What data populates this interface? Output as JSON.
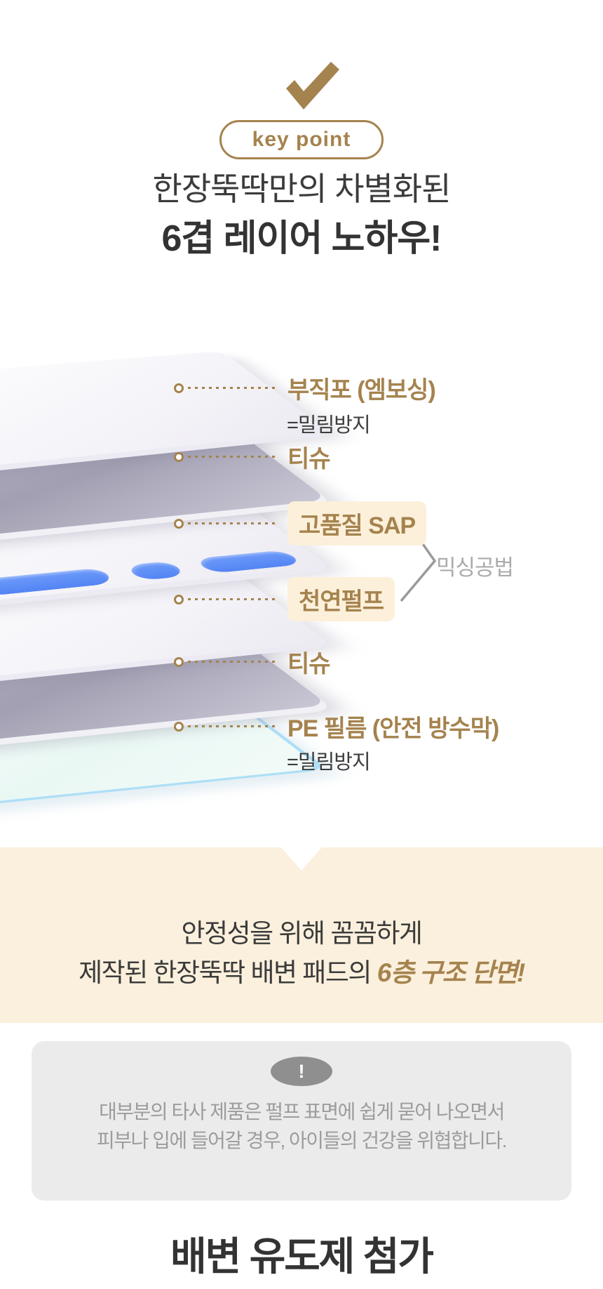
{
  "badge": {
    "label": "key point"
  },
  "title": {
    "line1": "한장뚝딱만의 차별화된",
    "line2": "6겹 레이어 노하우!"
  },
  "layers": [
    {
      "label": "부직포 (엠보싱)",
      "sub": "=밀림방지",
      "highlight": false
    },
    {
      "label": "티슈",
      "sub": "",
      "highlight": false
    },
    {
      "label": "고품질 SAP",
      "sub": "",
      "highlight": true
    },
    {
      "label": "천연펄프",
      "sub": "",
      "highlight": true
    },
    {
      "label": "티슈",
      "sub": "",
      "highlight": false
    },
    {
      "label": "PE 필름 (안전 방수막)",
      "sub": "=밀림방지",
      "highlight": false
    }
  ],
  "mixing": {
    "label": "믹싱공법"
  },
  "callout": {
    "line1": "안정성을 위해 꼼꼼하게",
    "line2_prefix": "제작된 한장뚝딱 배변 패드의 ",
    "line2_highlight": "6층 구조 단면!"
  },
  "warning": {
    "icon": "!",
    "line1": "대부분의 타사 제품은 펄프 표면에 쉽게 묻어 나오면서",
    "line2": "피부나 입에 들어갈 경우, 아이들의 건강을 위협합니다."
  },
  "bottom_title": "배변 유도제 첨가",
  "colors": {
    "accent_gold": "#a5834e",
    "highlight_box_bg": "#fcf0db",
    "callout_bg": "#fbf0dd",
    "dark_text": "#333333",
    "warn_box_bg": "#ebebeb",
    "warn_text": "#9c9c9c",
    "warn_oval": "#8f8f8f",
    "sap_pill_blue": "#5b8cf7",
    "pe_film_border": "#aedff6",
    "tissue_gray": "#a9a6b6"
  }
}
